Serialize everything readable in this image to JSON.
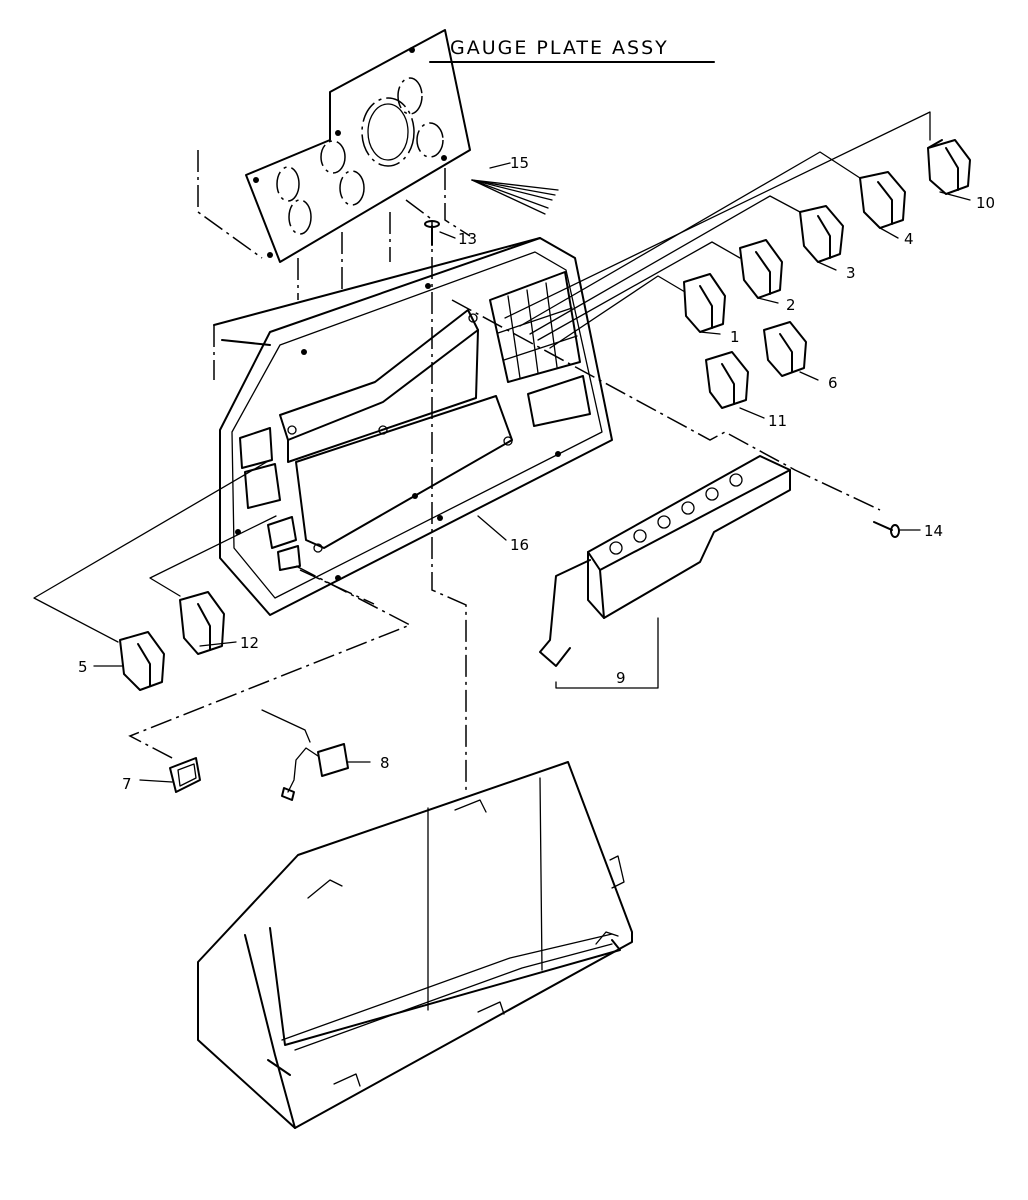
{
  "title": "GAUGE PLATE ASSY",
  "callouts": {
    "c1": "1",
    "c2": "2",
    "c3": "3",
    "c4": "4",
    "c5": "5",
    "c6": "6",
    "c7": "7",
    "c8": "8",
    "c9": "9",
    "c10": "10",
    "c11": "11",
    "c12": "12",
    "c13": "13",
    "c14": "14",
    "c15": "15",
    "c16": "16"
  },
  "colors": {
    "ink": "#000000",
    "paper": "#ffffff"
  }
}
